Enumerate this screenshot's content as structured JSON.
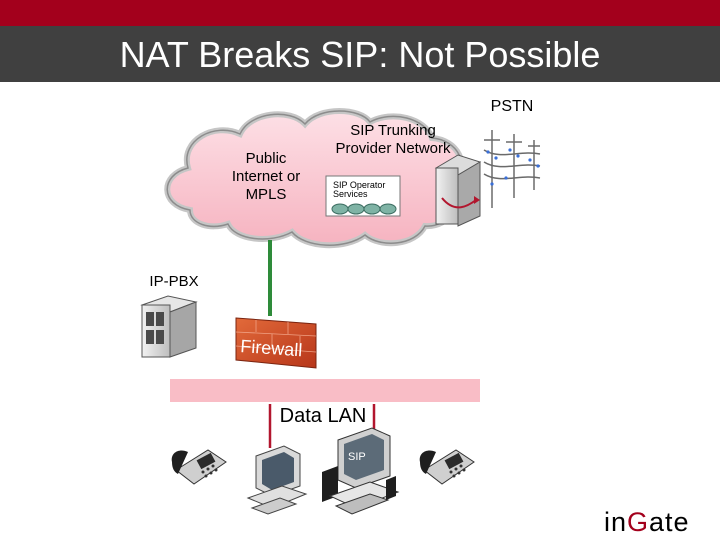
{
  "slide": {
    "title": "NAT Breaks SIP: Not Possible"
  },
  "labels": {
    "pstn": "PSTN",
    "public_internet": "Public\nInternet or\nMPLS",
    "sip_trunking": "SIP Trunking\nProvider Network",
    "sip_operator_services": "SIP Operator\nServices",
    "ip_pbx": "IP-PBX",
    "firewall": "Firewall",
    "data_lan": "Data LAN",
    "pc_screen": "SIP"
  },
  "logo": {
    "prefix": "in",
    "g": "G",
    "suffix": "ate"
  },
  "colors": {
    "top_bar": "#a3001c",
    "title_band": "#404040",
    "lan_bar": "#f9bdc6",
    "firewall": "#c8431f",
    "link_green": "#2e8b3a",
    "link_red": "#b2162e",
    "logo_accent": "#a3001c"
  }
}
